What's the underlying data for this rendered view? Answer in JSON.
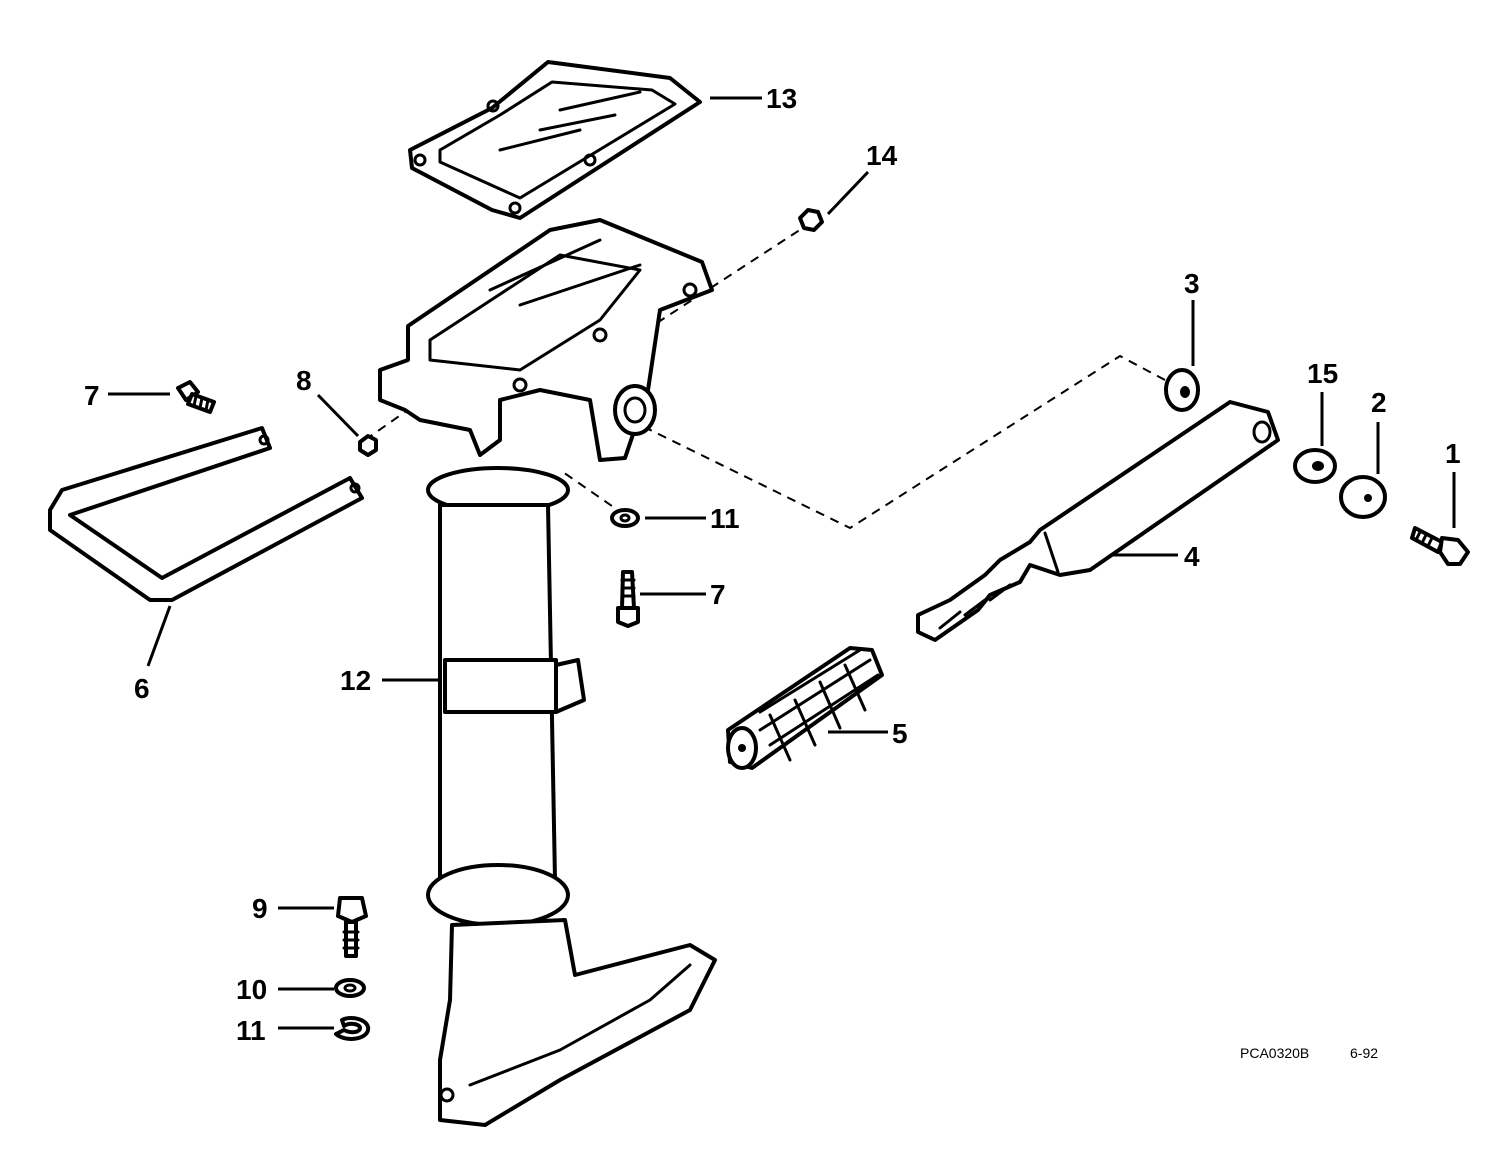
{
  "callouts": {
    "c1": "1",
    "c2": "2",
    "c3": "3",
    "c4": "4",
    "c5": "5",
    "c6": "6",
    "c7a": "7",
    "c7b": "7",
    "c8": "8",
    "c9": "9",
    "c10": "10",
    "c11a": "11",
    "c11b": "11",
    "c12": "12",
    "c13": "13",
    "c14": "14",
    "c15": "15"
  },
  "footer": {
    "code": "PCA0320B",
    "date": "6-92"
  }
}
